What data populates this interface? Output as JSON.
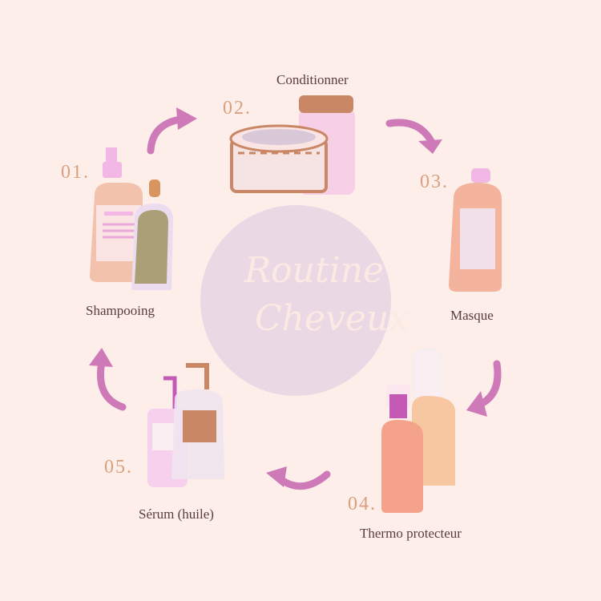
{
  "title": {
    "line1": "Routine",
    "line2": "Cheveux"
  },
  "steps": [
    {
      "number": "01.",
      "label": "Shampooing"
    },
    {
      "number": "02.",
      "label": "Conditionner"
    },
    {
      "number": "03.",
      "label": "Masque"
    },
    {
      "number": "04.",
      "label": "Thermo protecteur"
    },
    {
      "number": "05.",
      "label": "Sérum (huile)"
    }
  ],
  "colors": {
    "background": "#fdeeea",
    "circle": "#ead9e4",
    "arrow": "#cf7ab8",
    "number": "#d9a07f"
  }
}
